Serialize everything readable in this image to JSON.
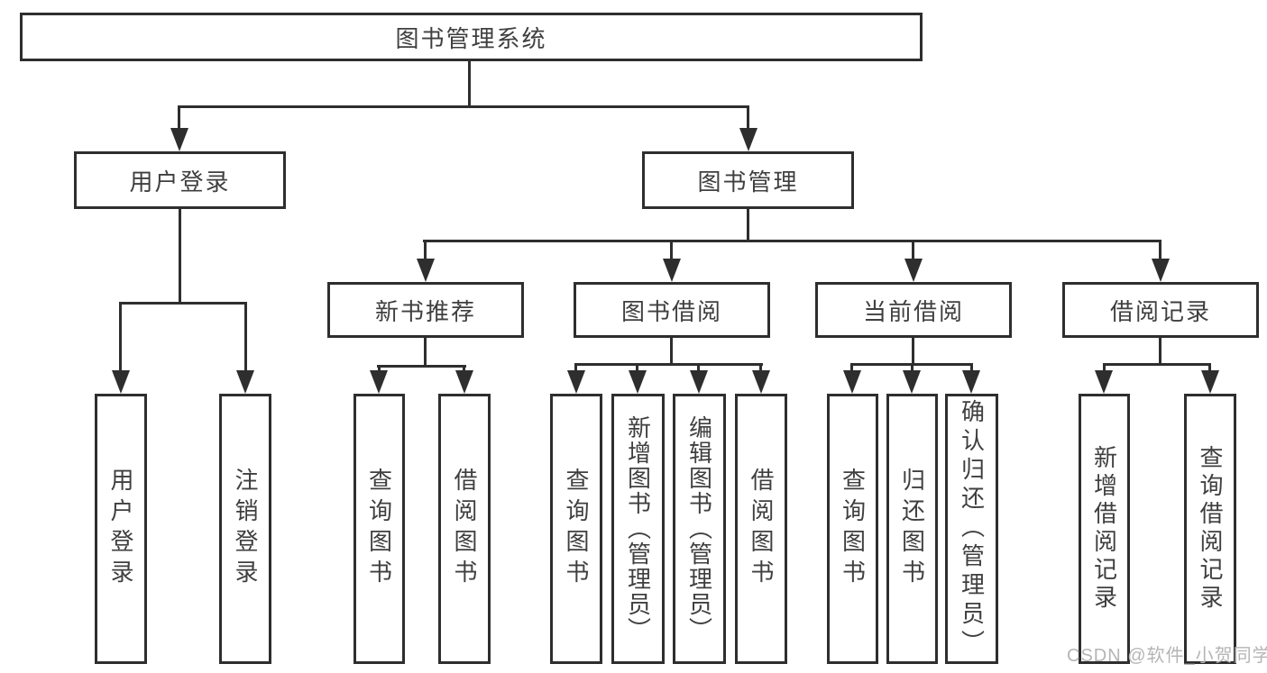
{
  "diagram": {
    "root": {
      "label": "图书管理系统",
      "children": {
        "user_login": {
          "label": "用户登录",
          "children": {
            "login": {
              "label": "用户登录"
            },
            "logout": {
              "label": "注销登录"
            }
          }
        },
        "book_management": {
          "label": "图书管理",
          "children": {
            "new_book_recommend": {
              "label": "新书推荐",
              "children": {
                "query_book": {
                  "label": "查询图书"
                },
                "borrow_book": {
                  "label": "借阅图书"
                }
              }
            },
            "book_borrow": {
              "label": "图书借阅",
              "children": {
                "query_book": {
                  "label": "查询图书"
                },
                "add_book": {
                  "label": "新增图书（管理员）"
                },
                "edit_book": {
                  "label": "编辑图书（管理员）"
                },
                "borrow_book": {
                  "label": "借阅图书"
                }
              }
            },
            "current_borrow": {
              "label": "当前借阅",
              "children": {
                "query_book": {
                  "label": "查询图书"
                },
                "return_book": {
                  "label": "归还图书"
                },
                "confirm_return": {
                  "label": "确认归还（管理员）"
                }
              }
            },
            "borrow_record": {
              "label": "借阅记录",
              "children": {
                "add_record": {
                  "label": "新增借阅记录"
                },
                "query_record": {
                  "label": "查询借阅记录"
                }
              }
            }
          }
        }
      }
    }
  },
  "watermark": {
    "text": "CSDN @软件_小贺同学"
  },
  "colors": {
    "line": "#2e2e2e",
    "box_border": "#2e2e2e",
    "text": "#3f3f3f",
    "background": "#ffffff",
    "watermark": "#b5b5b5"
  }
}
